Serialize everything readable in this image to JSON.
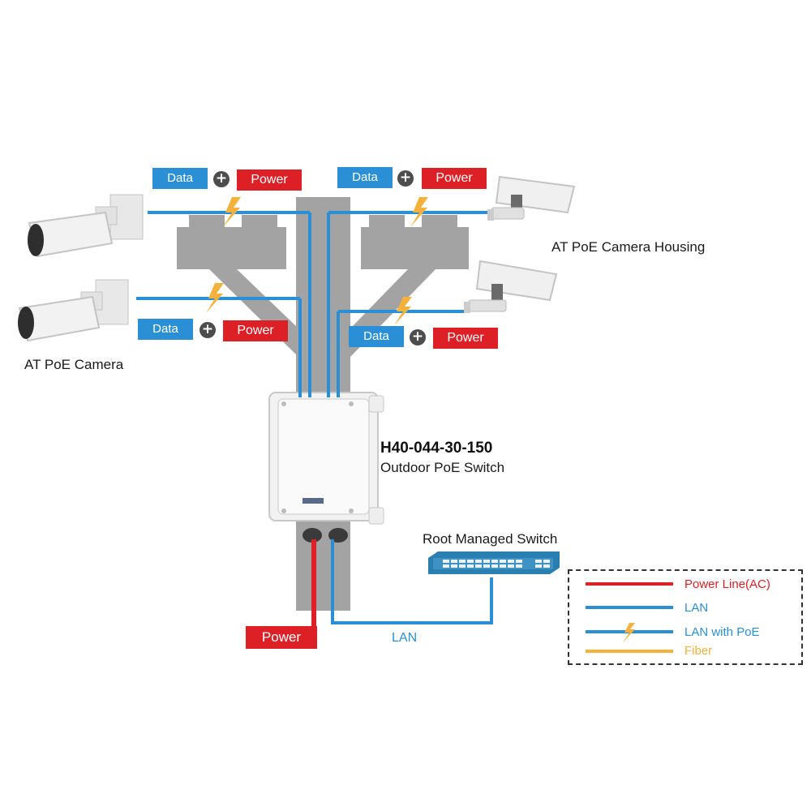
{
  "labels": {
    "camera": "AT PoE Camera",
    "camera_housing": "AT PoE Camera Housing",
    "switch_model": "H40-044-30-150",
    "switch_desc": "Outdoor PoE Switch",
    "root_switch": "Root Managed Switch",
    "lan": "LAN",
    "data": "Data",
    "power": "Power",
    "plus": "+"
  },
  "legend": {
    "items": [
      {
        "label": "Power Line(AC)",
        "color": "#dd1f26"
      },
      {
        "label": "LAN",
        "color": "#2a8fd4"
      },
      {
        "label": "LAN with PoE",
        "color": "#2a8fd4"
      },
      {
        "label": "Fiber",
        "color": "#f4b23c"
      }
    ]
  },
  "colors": {
    "power": "#dd1f26",
    "lan": "#2a8fd4",
    "pole": "#a3a3a3",
    "bolt": "#f4b23c"
  }
}
